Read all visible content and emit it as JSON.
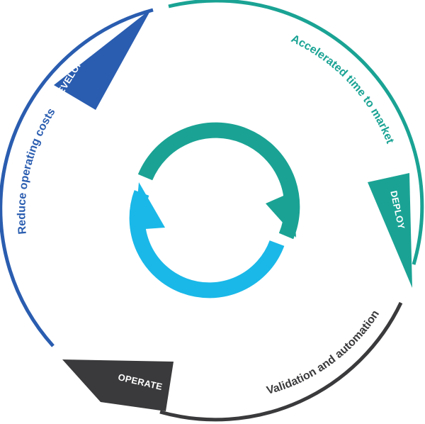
{
  "stages": {
    "develop": {
      "label": "DEVELOP",
      "color": "#2a5db0"
    },
    "deploy": {
      "label": "DEPLOY",
      "color": "#1aa394"
    },
    "operate": {
      "label": "OPERATE",
      "color": "#3a3a3c"
    }
  },
  "arcs": {
    "reduce_costs": {
      "label": "Reduce operating costs",
      "color": "#2a5db0"
    },
    "accelerated": {
      "label": "Accelerated time to market",
      "color": "#1aa394"
    },
    "validation": {
      "label": "Validation and automation",
      "color": "#3a3a3c"
    }
  },
  "center_cycle": {
    "top_color": "#1aa394",
    "bottom_color": "#1ab8e8"
  }
}
